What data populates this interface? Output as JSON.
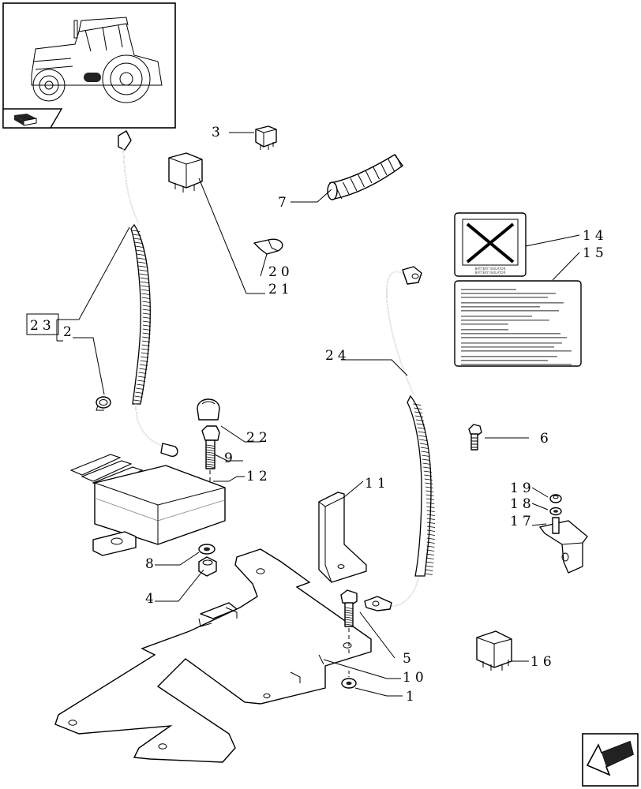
{
  "callouts": {
    "c1": "1",
    "c2": "2",
    "c3": "3",
    "c4": "4",
    "c5": "5",
    "c6": "6",
    "c7": "7",
    "c8": "8",
    "c9": "9",
    "c10": "10",
    "c11": "11",
    "c12": "12",
    "c14": "14",
    "c15": "15",
    "c16": "16",
    "c17": "17",
    "c18": "18",
    "c19": "19",
    "c20": "20",
    "c21": "21",
    "c22": "22",
    "c23": "23",
    "c24": "24"
  },
  "icons": {
    "thumbnail": "tractor-thumbnail-icon",
    "section": "section-book-icon",
    "nav": "next-page-arrow-icon"
  }
}
